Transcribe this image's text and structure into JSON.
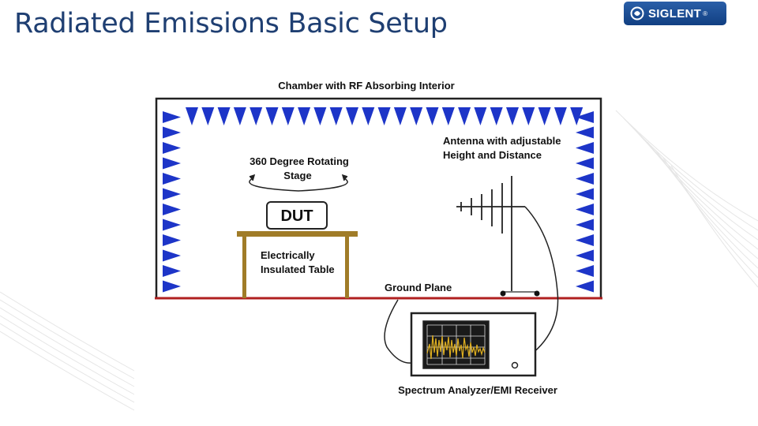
{
  "slide": {
    "title": "Radiated Emissions Basic Setup",
    "logo_text": "SIGLENT",
    "logo_mark": "®"
  },
  "diagram": {
    "chamber_label": "Chamber with RF Absorbing Interior",
    "rotating_stage_label_1": "360 Degree Rotating",
    "rotating_stage_label_2": "Stage",
    "dut_label": "DUT",
    "table_label_1": "Electrically",
    "table_label_2": "Insulated Table",
    "antenna_label_1": "Antenna with adjustable",
    "antenna_label_2": "Height and Distance",
    "ground_plane_label": "Ground Plane",
    "analyzer_label": "Spectrum Analyzer/EMI Receiver"
  },
  "colors": {
    "title": "#1f3f72",
    "absorber": "#1d35c8",
    "ground_plane": "#b02020",
    "table": "#a07c28",
    "trace": "#e0b020"
  }
}
